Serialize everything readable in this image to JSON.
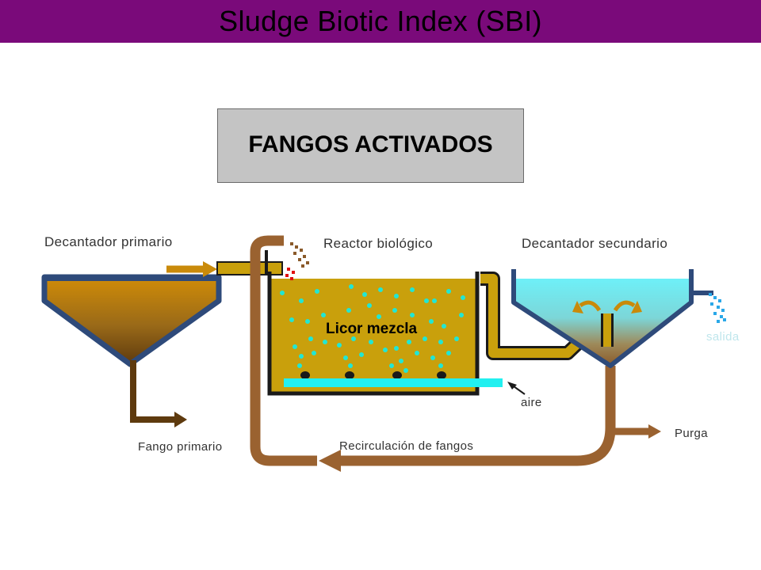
{
  "title": "Sludge Biotic Index (SBI)",
  "subtitle": "FANGOS ACTIVADOS",
  "labels": {
    "primary_settler": "Decantador primario",
    "bioreactor": "Reactor biológico",
    "secondary_settler": "Decantador secundario",
    "mixed_liquor": "Licor mezcla",
    "outlet": "salida",
    "air": "aire",
    "purge": "Purga",
    "primary_sludge": "Fango primario",
    "sludge_recirculation": "Recirculación de fangos"
  },
  "colors": {
    "title_bar": "#7a0a7a",
    "subtitle_box": "#c4c4c4",
    "tank_outline": "#2e4a7a",
    "sludge_brown": "#c98a0a",
    "reactor_fill": "#c9a00c",
    "pipe_brown": "#9a6230",
    "water_cyan": "#6ef0f8",
    "bubbles": "#22e6d4"
  }
}
